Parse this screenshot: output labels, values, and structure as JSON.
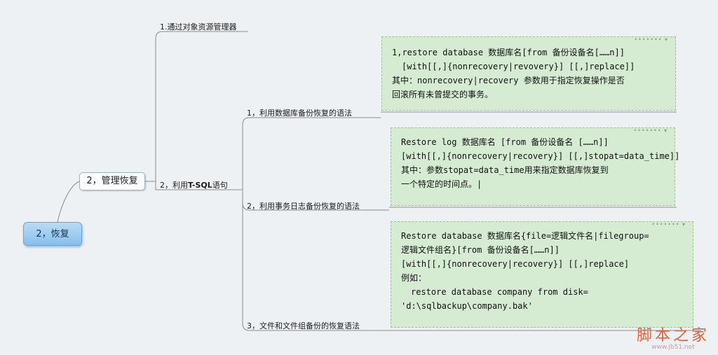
{
  "root": {
    "label": "2，恢复"
  },
  "manage": {
    "label": "2，管理恢复"
  },
  "branches": {
    "explorer": "1.通过对象资源管理器",
    "tsql_prefix": "2，利用",
    "tsql_bold": "T-SQL",
    "tsql_suffix": "语句"
  },
  "subs": [
    {
      "label": "1，利用数据库备份恢复的语法"
    },
    {
      "label": "2，利用事务日志备份恢复的语法"
    },
    {
      "label": "3，文件和文件组备份的恢复语法"
    }
  ],
  "notes": [
    {
      "lines": [
        "1,restore database 数据库名[from 备份设备名[……n]]",
        "  [with[[,]{nonrecovery|revovery}] [[,]replace]]",
        "其中：nonrecovery|recovery 参数用于指定恢复操作是否",
        "回滚所有未曾提交的事务。"
      ]
    },
    {
      "lines": [
        "Restore log 数据库名 [from 备份设备名 [……n]]",
        "[with[[,]{nonrecovery|recovery}] [[,]stopat=data_time]]",
        "其中：参数stopat=data_time用来指定数据库恢复到",
        "一个特定的时间点。|"
      ]
    },
    {
      "lines": [
        "Restore database 数据库名{file=逻辑文件名|filegroup=",
        "逻辑文件组名}[from 备份设备名[……n]]",
        "[with[[,]{nonrecovery|recovery}] [[,]replace]",
        "例如：",
        "  restore database company from disk=",
        "'d:\\sqlbackup\\company.bak'"
      ]
    }
  ],
  "watermark": {
    "text": "脚本之家",
    "url": "www.jb51.net"
  }
}
